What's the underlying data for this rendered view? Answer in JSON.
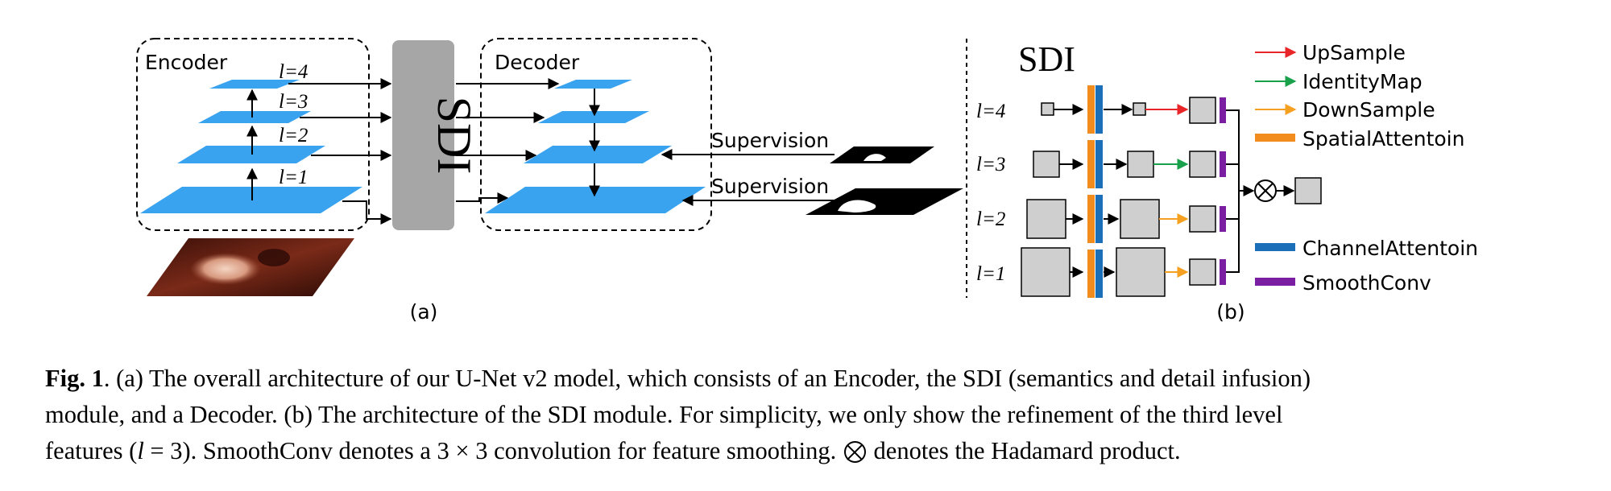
{
  "figure": {
    "panel_a": {
      "encoder_label": "Encoder",
      "decoder_label": "Decoder",
      "sdi_block_label": "SDI",
      "level_labels": {
        "l4": "l=4",
        "l3": "l=3",
        "l2": "l=2",
        "l1": "l=1"
      },
      "supervision_label": "Supervision",
      "panel_label": "(a)"
    },
    "panel_b": {
      "title": "SDI",
      "level_labels": {
        "l4": "l=4",
        "l3": "l=3",
        "l2": "l=2",
        "l1": "l=1"
      },
      "panel_label": "(b)",
      "legend": {
        "upsample": "UpSample",
        "identitymap": "IdentityMap",
        "downsample": "DownSample",
        "spatial": "SpatialAttentoin",
        "channel": "ChannelAttentoin",
        "smooth": "SmoothConv"
      }
    },
    "colors": {
      "feature_map": "#3aa3f0",
      "sdi_block": "#a6a6a6",
      "upsample": "#e8262a",
      "identitymap": "#18a04a",
      "downsample": "#f5a020",
      "spatial_attention": "#f28c1e",
      "channel_attention": "#1a6fb8",
      "smooth_conv": "#7b1fa2",
      "box_fill": "#cfcfcf"
    }
  },
  "caption": {
    "fig_label": "Fig. 1",
    "line1": ". (a) The overall architecture of our U-Net v2 model, which consists of an Encoder, the SDI (semantics and detail infusion)",
    "line2": "module, and a Decoder. (b) The architecture of the SDI module. For simplicity, we only show the refinement of the third level",
    "line3a": "features (",
    "line3_var": "l",
    "line3b": " = 3). SmoothConv denotes a 3 × 3 convolution for feature smoothing.",
    "line3c": " denotes the Hadamard product."
  }
}
